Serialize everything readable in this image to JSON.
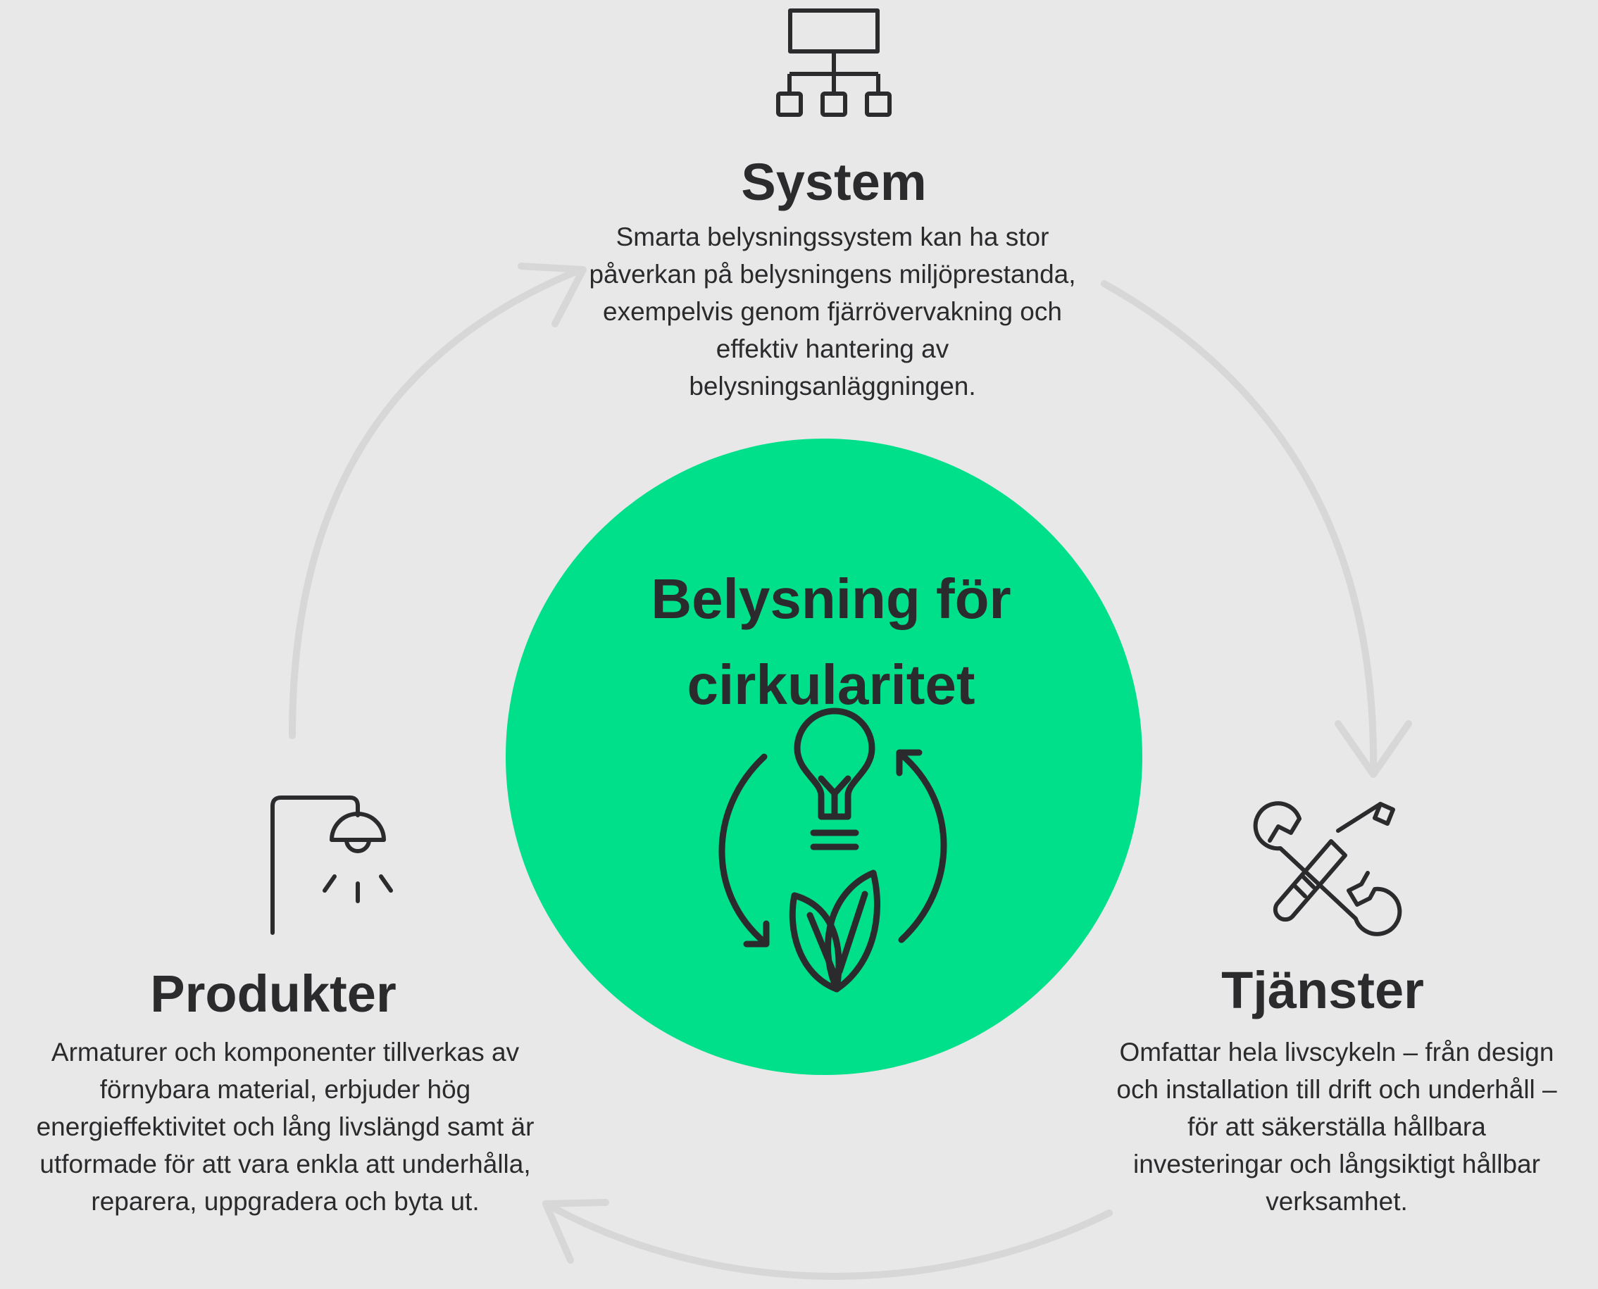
{
  "colors": {
    "background": "#e8e8e8",
    "accent_green": "#00e08a",
    "text": "#2b2b2e",
    "arrow": "#d7d7d7"
  },
  "center": {
    "title_line1": "Belysning för",
    "title_line2": "cirkularitet",
    "icon": "lightbulb-leaf-recycle-icon"
  },
  "nodes": {
    "system": {
      "icon": "network-hierarchy-icon",
      "title": "System",
      "description": "Smarta belysningssystem kan ha stor påverkan på belysningens miljöprestanda, exempelvis genom fjärrövervakning och effektiv hantering av belysningsanläggningen."
    },
    "tjanster": {
      "icon": "wrench-screwdriver-icon",
      "title": "Tjänster",
      "description": "Omfattar hela livscykeln – från design och installation till drift och underhåll – för att säkerställa hållbara investeringar och långsiktigt hållbar verksamhet."
    },
    "produkter": {
      "icon": "pendant-lamp-icon",
      "title": "Produkter",
      "description": "Armaturer och komponenter tillverkas av förnybara material, erbjuder hög energieffektivitet och lång livslängd samt är utformade för att vara enkla att underhålla, reparera, uppgradera och byta ut."
    }
  }
}
